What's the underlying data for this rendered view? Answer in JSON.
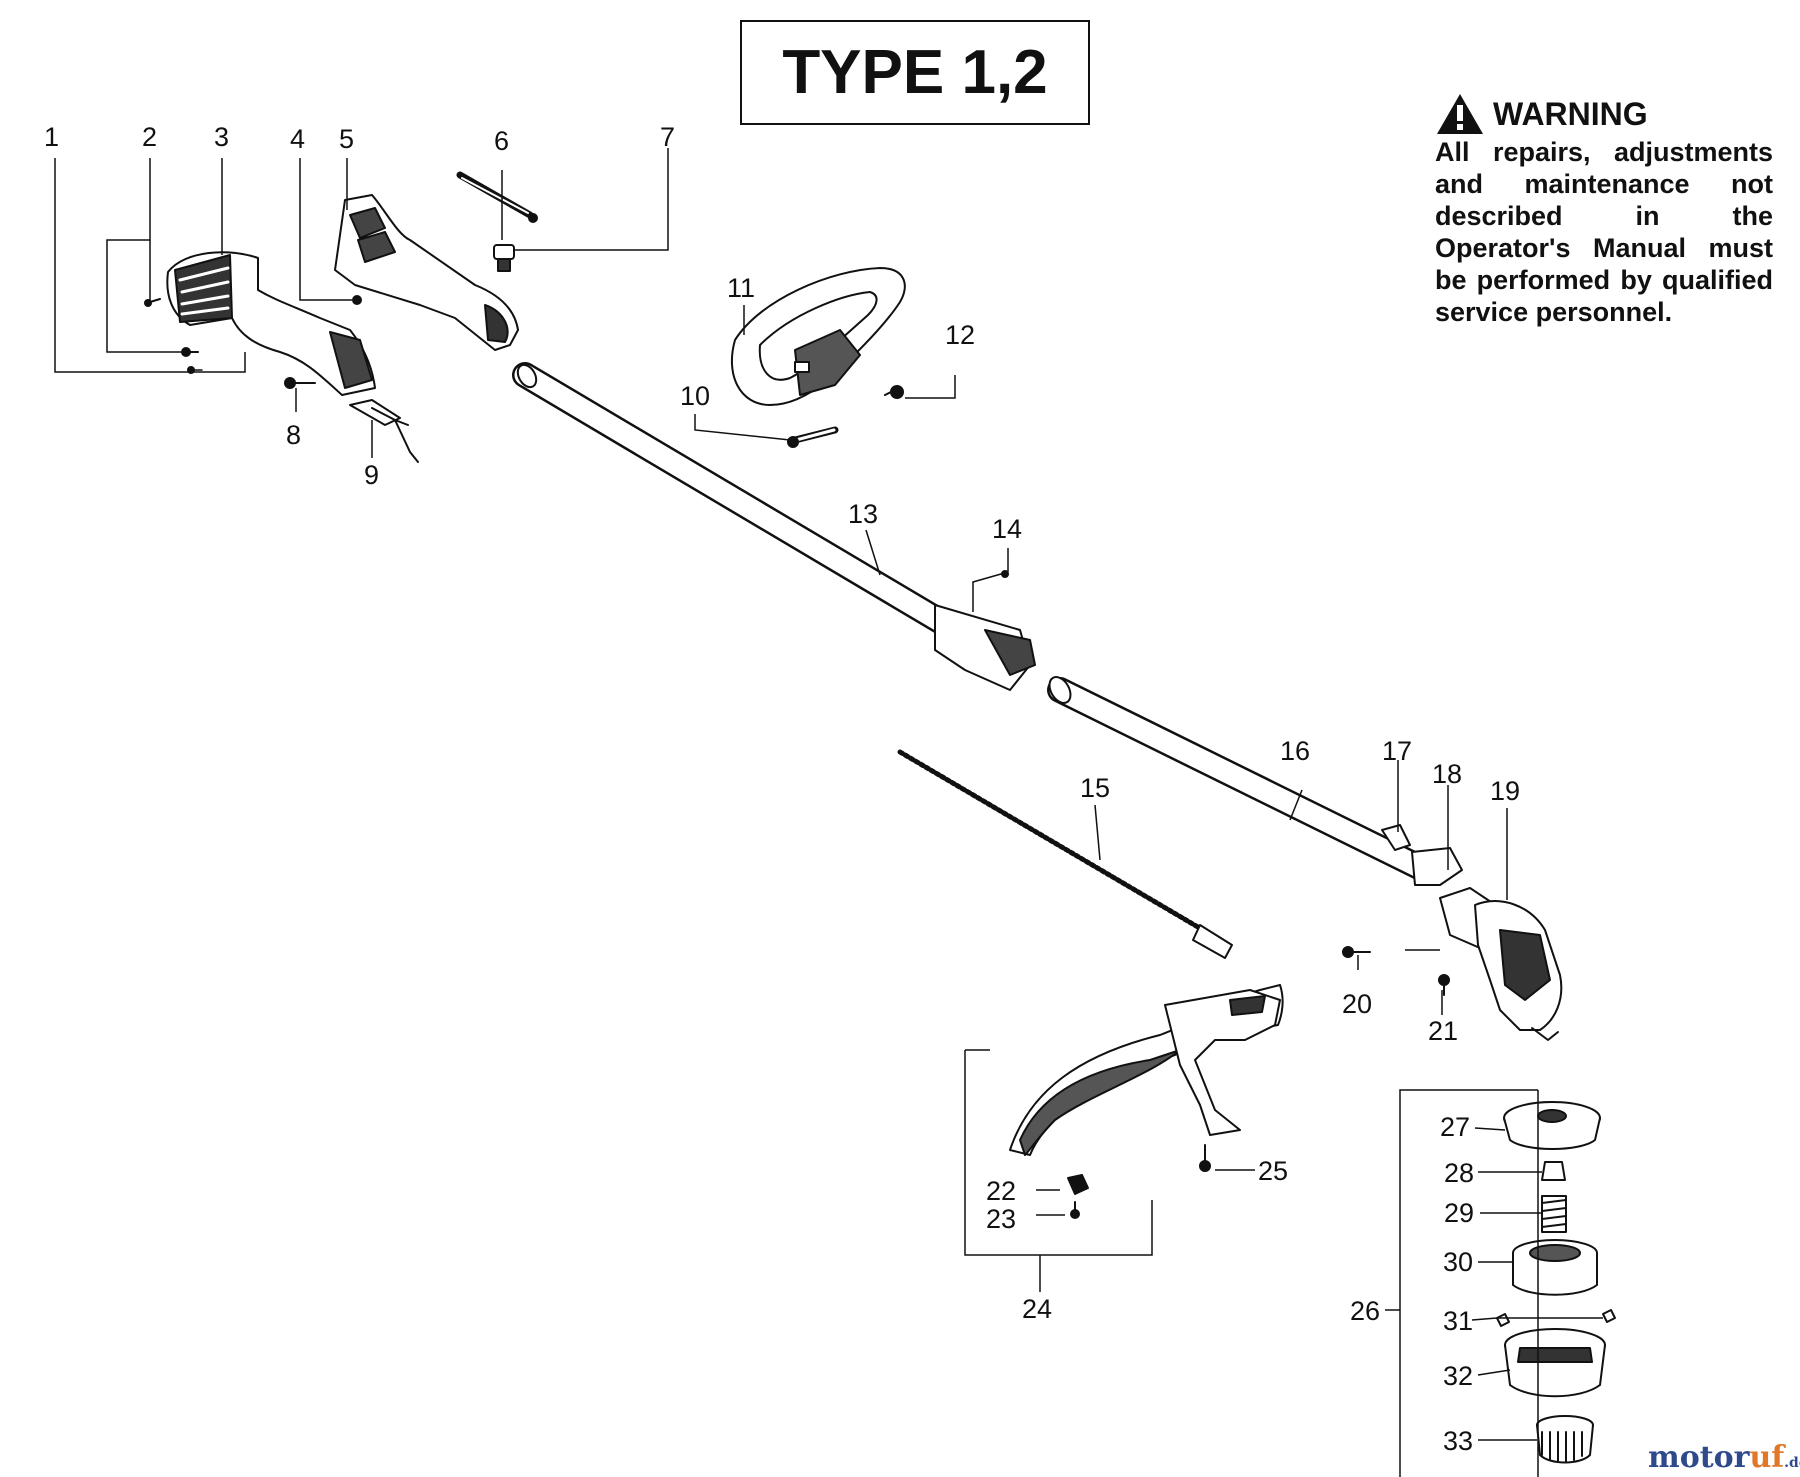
{
  "title": "TYPE 1,2",
  "warning": {
    "heading": "WARNING",
    "text": "All repairs, adjustments and maintenance not described in the Operator's Manual must be performed by qualified service personnel."
  },
  "brand": {
    "main": "motor",
    "accent": "uf",
    "suffix": ".de"
  },
  "colors": {
    "ink": "#111111",
    "part_fill": "#ffffff",
    "part_shade": "#555555",
    "brand_blue": "#2f4a8c",
    "brand_orange": "#e0782a"
  },
  "callouts": [
    "1",
    "2",
    "3",
    "4",
    "5",
    "6",
    "7",
    "8",
    "9",
    "10",
    "11",
    "12",
    "13",
    "14",
    "15",
    "16",
    "17",
    "18",
    "19",
    "20",
    "21",
    "22",
    "23",
    "24",
    "25",
    "26",
    "27",
    "28",
    "29",
    "30",
    "31",
    "32",
    "33"
  ]
}
